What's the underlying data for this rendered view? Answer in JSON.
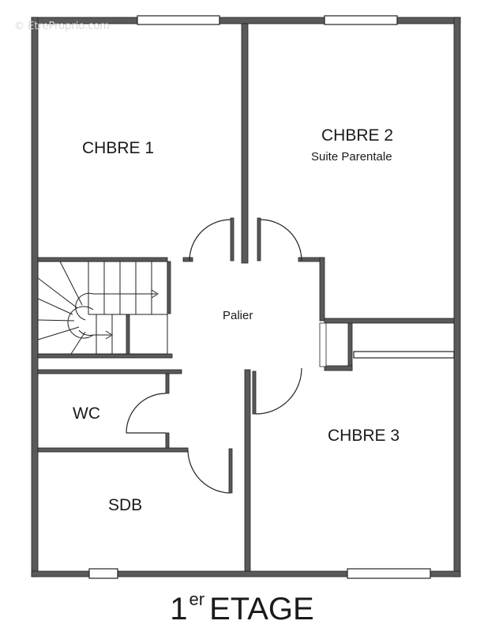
{
  "watermark": "© EtreProprio.com",
  "rooms": {
    "chbre1": "CHBRE 1",
    "chbre2": "CHBRE 2",
    "chbre2_sub": "Suite Parentale",
    "palier": "Palier",
    "wc": "WC",
    "chbre3": "CHBRE 3",
    "sdb": "SDB"
  },
  "floor": {
    "number": "1",
    "suffix": "er",
    "name": "ETAGE"
  },
  "colors": {
    "wall": "#555555",
    "wall_edge": "#222222",
    "window": "#ffffff",
    "line": "#222222"
  }
}
